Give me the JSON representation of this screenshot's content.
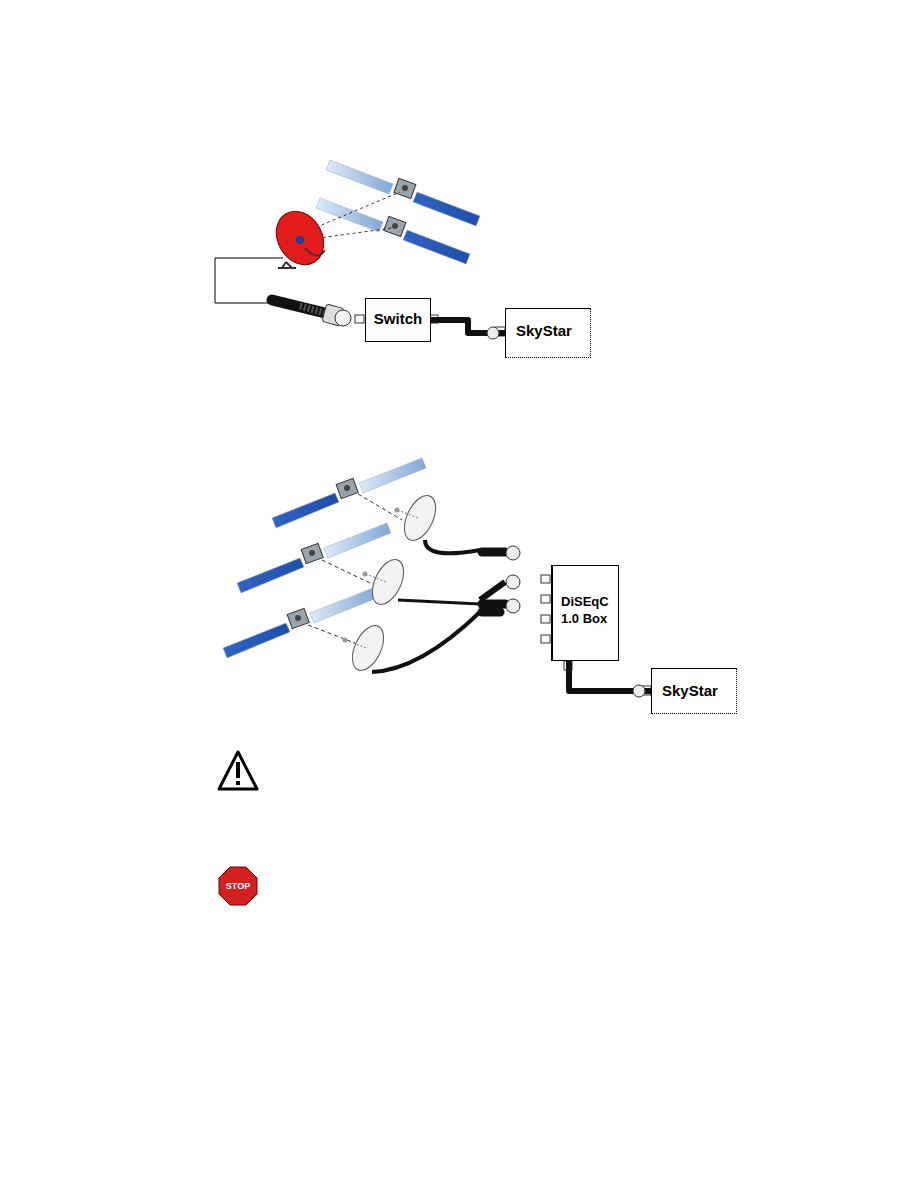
{
  "diagram": {
    "nodes": [
      {
        "text": [
          "Switch"
        ]
      },
      {
        "text": [
          "SkyStar"
        ]
      },
      {
        "text": [
          "DiSEqC 1.0 Box"
        ]
      },
      {
        "text": [
          "SkyStar"
        ]
      }
    ],
    "edges": [
      {
        "from": 0,
        "to": 1,
        "arrow": "none"
      },
      {
        "from": 2,
        "to": 3,
        "arrow": "none"
      }
    ],
    "labels": [
      "STOP"
    ]
  }
}
